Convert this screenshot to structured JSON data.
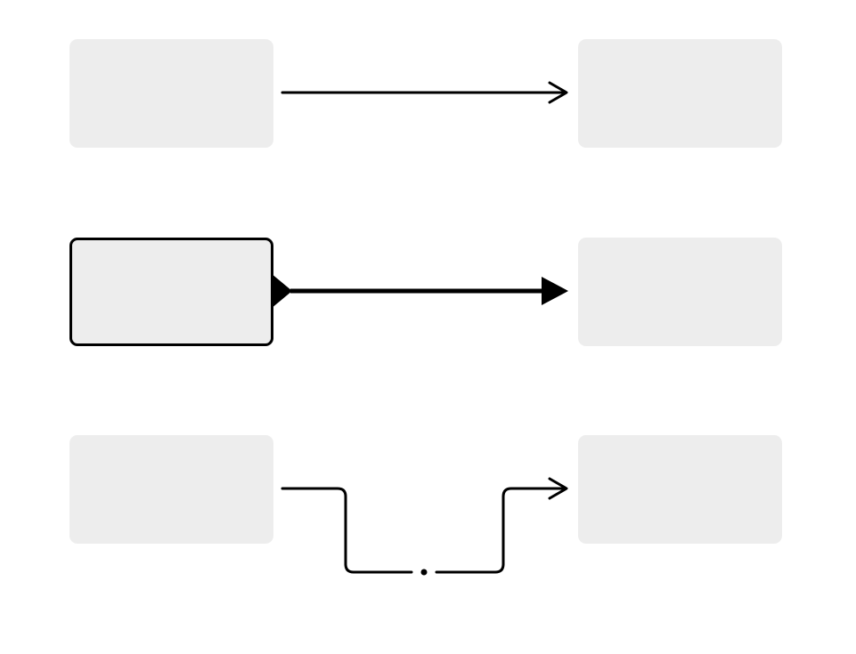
{
  "colors": {
    "node_fill": "#ededed",
    "node_border_selected": "#000000",
    "link_stroke": "#000000",
    "background": "#ffffff"
  },
  "nodes": [
    {
      "id": "node-a1",
      "label": "",
      "selected": false
    },
    {
      "id": "node-b1",
      "label": "",
      "selected": false
    },
    {
      "id": "node-a2",
      "label": "",
      "selected": true
    },
    {
      "id": "node-b2",
      "label": "",
      "selected": false
    },
    {
      "id": "node-a3",
      "label": "",
      "selected": false
    },
    {
      "id": "node-b3",
      "label": "",
      "selected": false
    }
  ],
  "links": [
    {
      "id": "link-1",
      "from": "node-a1",
      "to": "node-b1",
      "style": "straight",
      "head": "open-arrow",
      "tail": "none",
      "selected": false
    },
    {
      "id": "link-2",
      "from": "node-a2",
      "to": "node-b2",
      "style": "straight",
      "head": "filled-arrow",
      "tail": "filled-triangle",
      "selected": true
    },
    {
      "id": "link-3",
      "from": "node-a3",
      "to": "node-b3",
      "style": "orthogonal-jump",
      "head": "open-arrow",
      "tail": "none",
      "selected": false,
      "midpoint_handle": true
    }
  ]
}
